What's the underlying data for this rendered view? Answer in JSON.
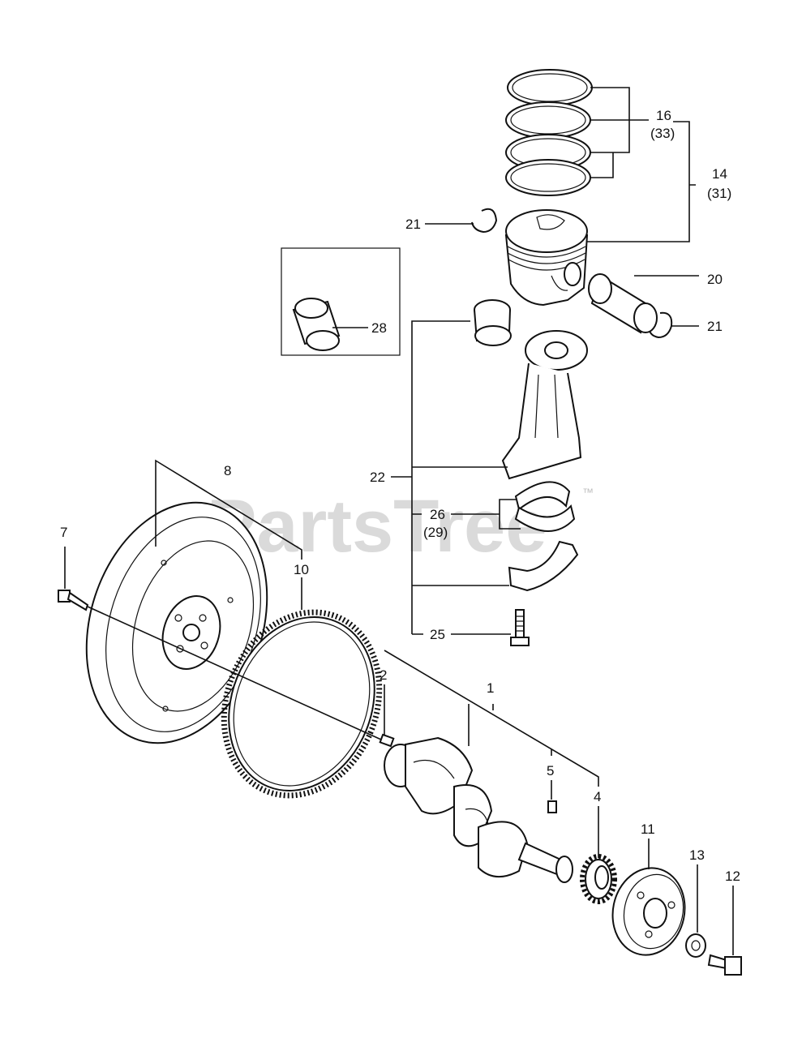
{
  "watermark": {
    "text": "PartsTree",
    "trademark": "™"
  },
  "callouts": [
    {
      "id": "c16",
      "text": "16"
    },
    {
      "id": "c16b",
      "text": "(33)"
    },
    {
      "id": "c14",
      "text": "14"
    },
    {
      "id": "c14b",
      "text": "(31)"
    },
    {
      "id": "c21a",
      "text": "21"
    },
    {
      "id": "c20",
      "text": "20"
    },
    {
      "id": "c21b",
      "text": "21"
    },
    {
      "id": "c28",
      "text": "28"
    },
    {
      "id": "c22",
      "text": "22"
    },
    {
      "id": "c26",
      "text": "26"
    },
    {
      "id": "c26b",
      "text": "(29)"
    },
    {
      "id": "c25",
      "text": "25"
    },
    {
      "id": "c8",
      "text": "8"
    },
    {
      "id": "c7",
      "text": "7"
    },
    {
      "id": "c10",
      "text": "10"
    },
    {
      "id": "c2",
      "text": "2"
    },
    {
      "id": "c1",
      "text": "1"
    },
    {
      "id": "c5",
      "text": "5"
    },
    {
      "id": "c4",
      "text": "4"
    },
    {
      "id": "c11",
      "text": "11"
    },
    {
      "id": "c13",
      "text": "13"
    },
    {
      "id": "c12",
      "text": "12"
    }
  ]
}
